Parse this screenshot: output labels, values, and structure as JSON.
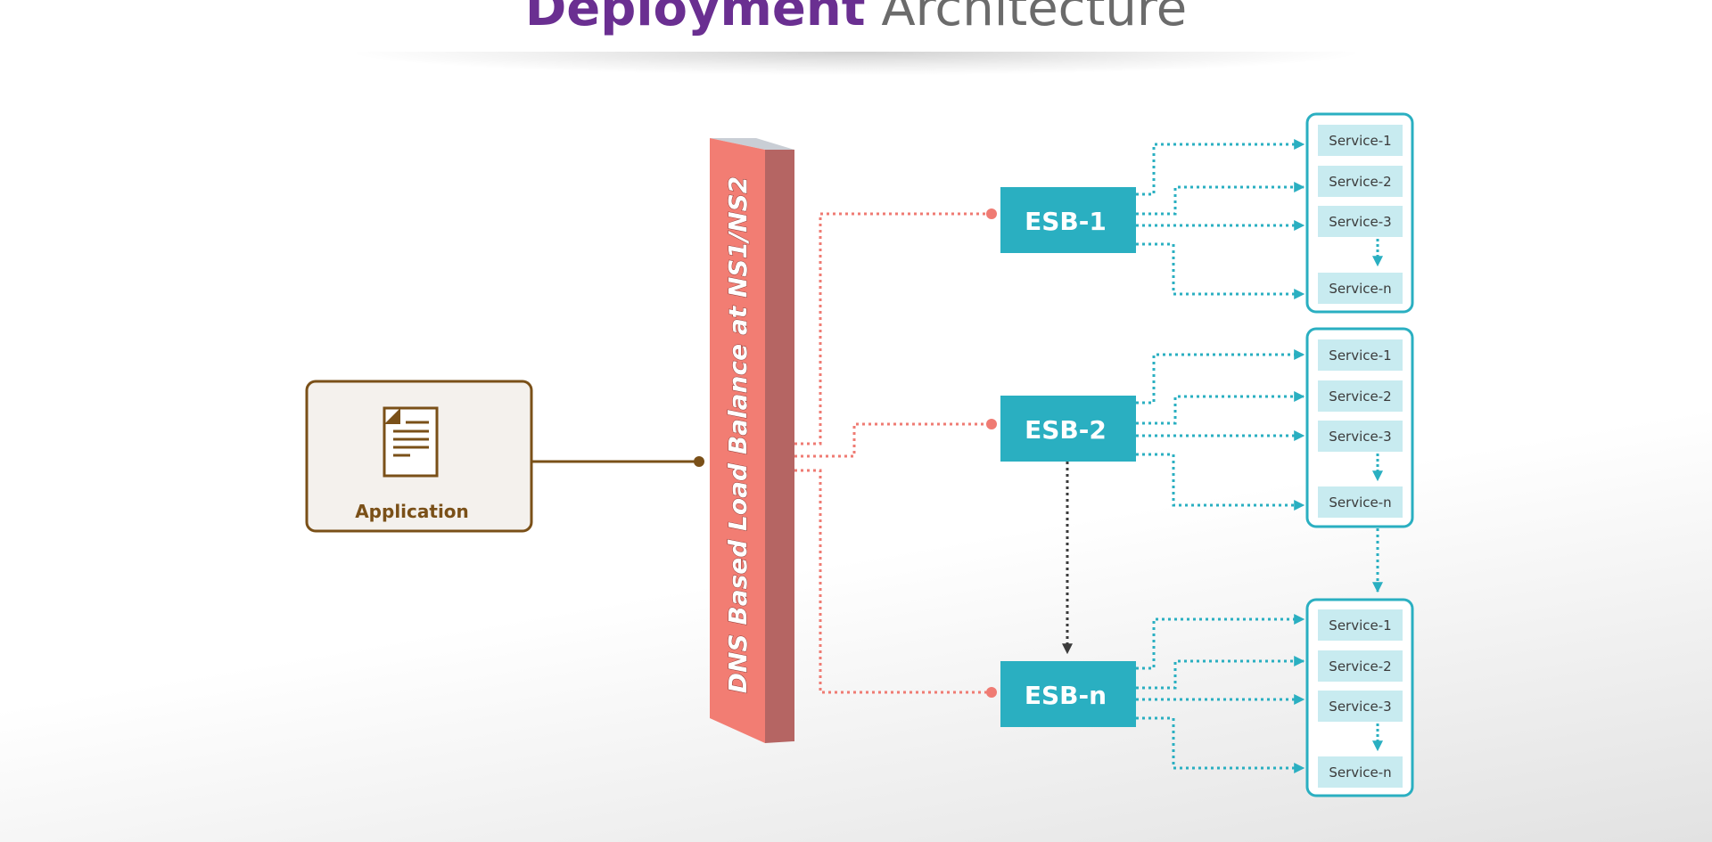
{
  "title": {
    "strong": "Deployment",
    "light": "Architecture"
  },
  "application": {
    "label": "Application",
    "icon": "document-icon"
  },
  "load_balancer": {
    "label": "DNS Based Load Balance at NS1/NS2"
  },
  "esbs": [
    {
      "label": "ESB-1",
      "services": [
        "Service-1",
        "Service-2",
        "Service-3",
        "Service-n"
      ]
    },
    {
      "label": "ESB-2",
      "services": [
        "Service-1",
        "Service-2",
        "Service-3",
        "Service-n"
      ]
    },
    {
      "label": "ESB-n",
      "services": [
        "Service-1",
        "Service-2",
        "Service-3",
        "Service-n"
      ]
    }
  ],
  "colors": {
    "title_accent": "#6a2f91",
    "title_light": "#6b6b6b",
    "application": "#7a5018",
    "application_fill": "#f4f1ed",
    "load_balancer_front": "#f27d73",
    "load_balancer_side": "#b56563",
    "esb": "#2aafc1",
    "service_fill": "#c8ebf0",
    "connector_red": "#ef7b73",
    "connector_teal": "#2aafc1",
    "connector_dark": "#3b3b3b"
  }
}
